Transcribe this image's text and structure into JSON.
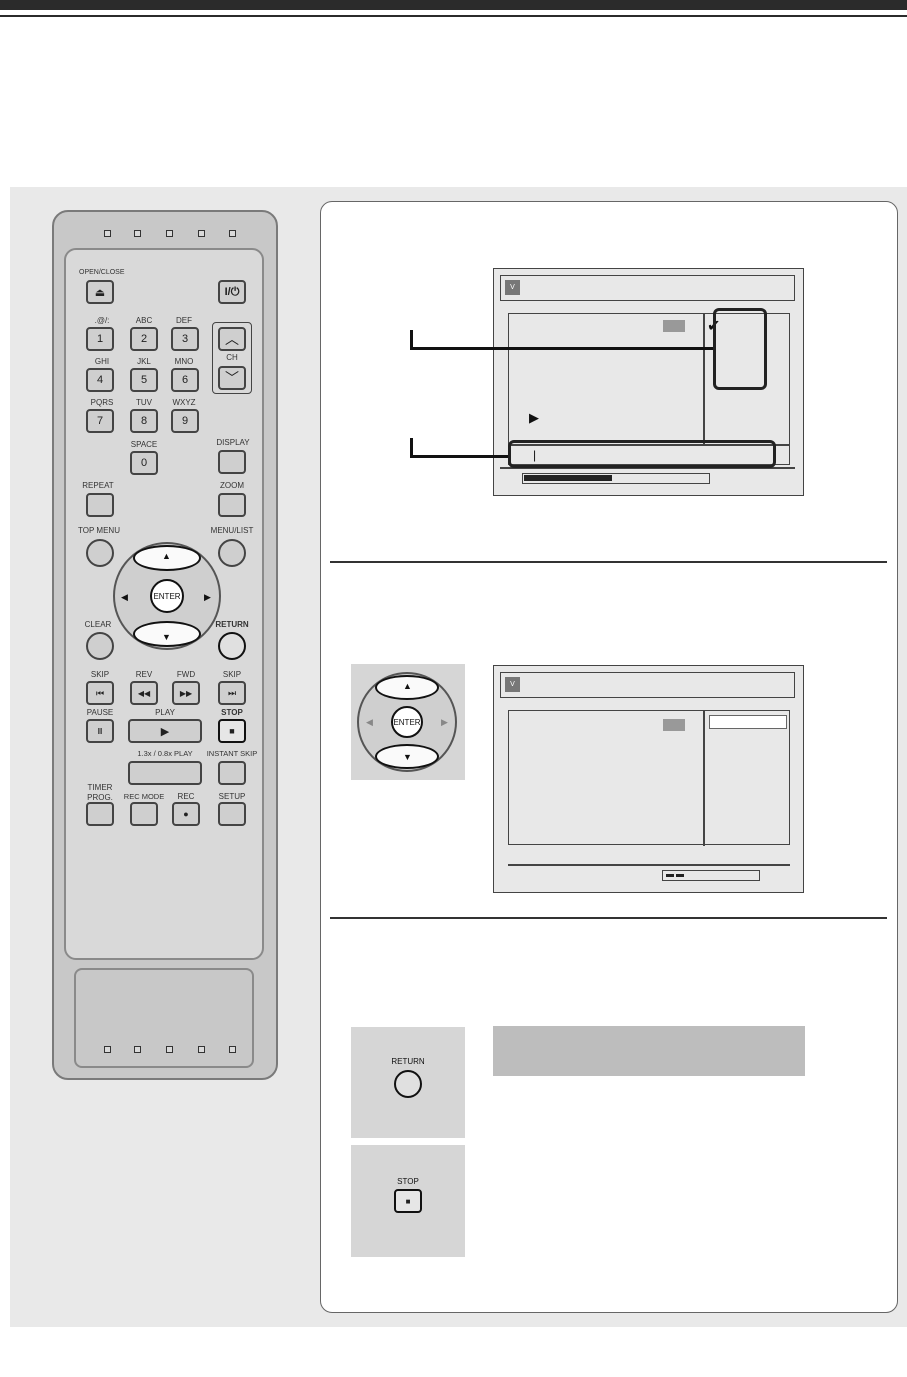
{
  "remote": {
    "open_close": "OPEN/CLOSE",
    "eject_icon": "⏏",
    "power_label": "I/⏻",
    "ch_label": "CH",
    "keys": [
      {
        "id": "1",
        "top": ".@/:"
      },
      {
        "id": "2",
        "top": "ABC"
      },
      {
        "id": "3",
        "top": "DEF"
      },
      {
        "id": "4",
        "top": "GHI"
      },
      {
        "id": "5",
        "top": "JKL"
      },
      {
        "id": "6",
        "top": "MNO"
      },
      {
        "id": "7",
        "top": "PQRS"
      },
      {
        "id": "8",
        "top": "TUV"
      },
      {
        "id": "9",
        "top": "WXYZ"
      },
      {
        "id": "0",
        "top": "SPACE"
      }
    ],
    "display": "DISPLAY",
    "repeat": "REPEAT",
    "zoom": "ZOOM",
    "top_menu": "TOP MENU",
    "menu_list": "MENU/LIST",
    "enter": "ENTER",
    "clear": "CLEAR",
    "return": "RETURN",
    "skip_back": "SKIP",
    "rev": "REV",
    "fwd": "FWD",
    "skip_fwd": "SKIP",
    "skip_back_icon": "⏮",
    "rev_icon": "◀◀",
    "fwd_icon": "▶▶",
    "skip_fwd_icon": "⏭",
    "pause": "PAUSE",
    "play": "PLAY",
    "stop": "STOP",
    "pause_icon": "II",
    "play_icon": "▶",
    "stop_icon": "■",
    "speed_play": "1.3x / 0.8x PLAY",
    "instant_skip": "INSTANT SKIP",
    "timer_prog": "TIMER\nPROG.",
    "rec_mode": "REC MODE",
    "rec": "REC",
    "rec_icon": "●",
    "setup": "SETUP"
  },
  "screen1": {
    "logo": "V",
    "checkmark": "✔",
    "play_marker": "▶",
    "cursor": "|",
    "progress": 0.48
  },
  "screen2": {
    "logo": "V",
    "progress_segments": 2
  },
  "insets": {
    "return_label": "RETURN",
    "stop_label": "STOP",
    "stop_icon": "■",
    "enter_label": "ENTER"
  },
  "colors": {
    "banner_gray": "#bdbdbd",
    "area_gray": "#e9e9e9"
  }
}
